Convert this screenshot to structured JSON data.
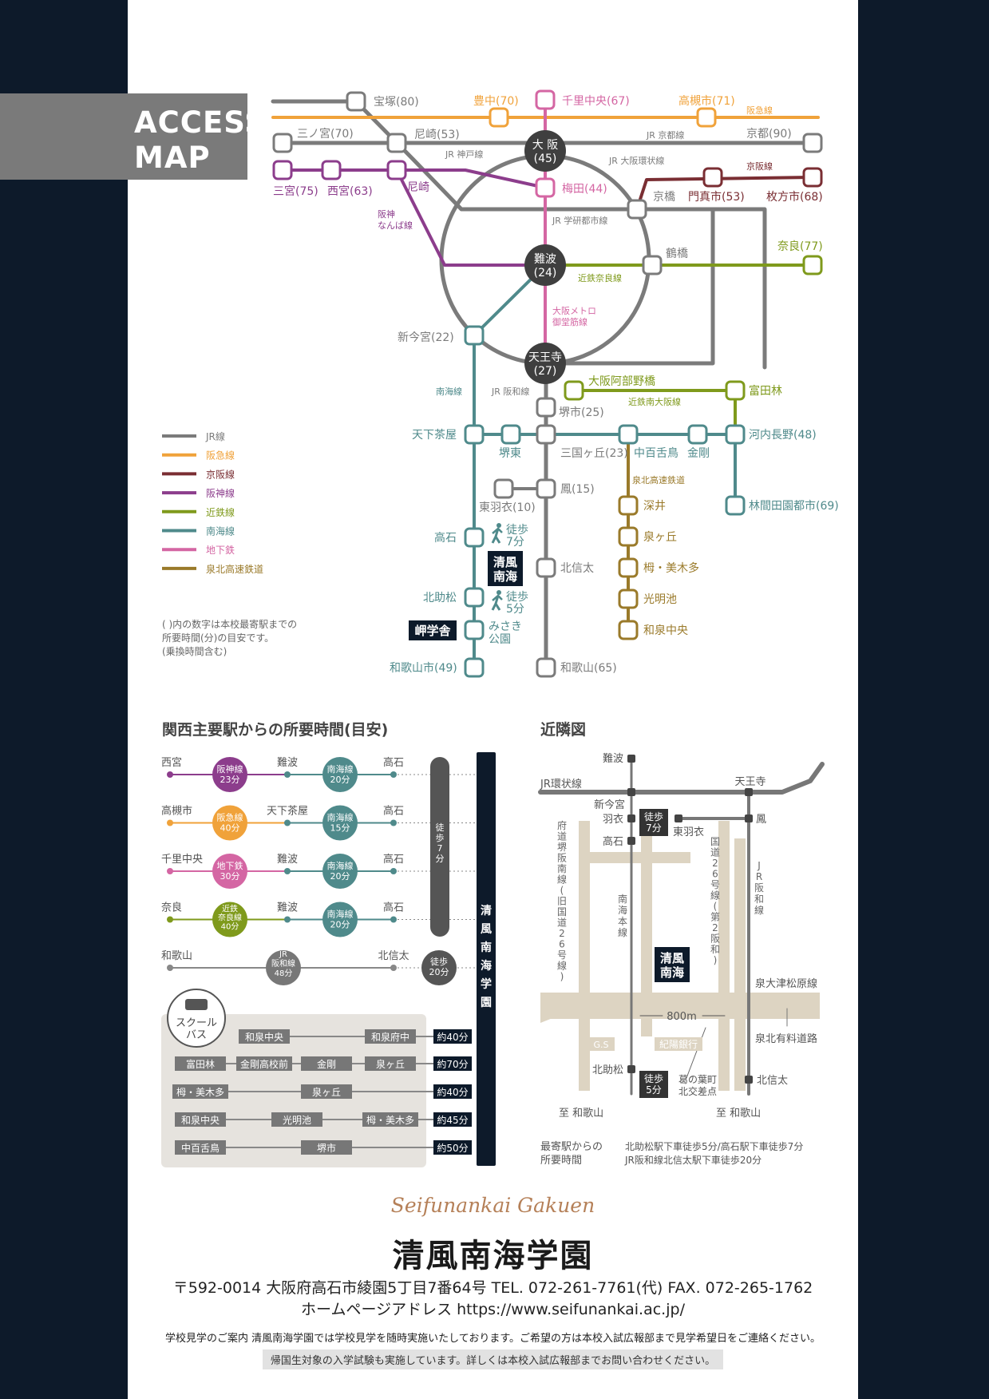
{
  "header": {
    "line1": "ACCESS",
    "line2": "MAP"
  },
  "colors": {
    "jr": "#7b7b7b",
    "hankyu": "#f0a23a",
    "keihan": "#7a2e33",
    "hanshin": "#8c3d8c",
    "kintetsu": "#7f9a1c",
    "nankai": "#4f8a8b",
    "subway": "#d466a3",
    "senboku": "#9a7a2a",
    "hub": "#3f3f3f",
    "panel": "#e6e3de",
    "road": "#ddd4c2",
    "school": "#0d1a2a"
  },
  "route_map": {
    "stations": [
      {
        "id": "takarazuka",
        "label": "宝塚(80)"
      },
      {
        "id": "toyonaka",
        "label": "豊中(70)"
      },
      {
        "id": "senri",
        "label": "千里中央(67)"
      },
      {
        "id": "takatsuki",
        "label": "高槻市(71)"
      },
      {
        "id": "sannomiya",
        "label": "三ノ宮(70)"
      },
      {
        "id": "amagasaki",
        "label": "尼崎(53)"
      },
      {
        "id": "kyoto",
        "label": "京都(90)"
      },
      {
        "id": "osaka",
        "label": "大 阪\n(45)"
      },
      {
        "id": "sannomiya2",
        "label": "三宮(75)"
      },
      {
        "id": "nishinomiya",
        "label": "西宮(63)"
      },
      {
        "id": "amagasaki2",
        "label": "尼崎"
      },
      {
        "id": "umeda",
        "label": "梅田(44)"
      },
      {
        "id": "kyobashi",
        "label": "京橋"
      },
      {
        "id": "kadoma",
        "label": "門真市(53)"
      },
      {
        "id": "hirakata",
        "label": "枚方市(68)"
      },
      {
        "id": "nara",
        "label": "奈良(77)"
      },
      {
        "id": "tsuruhashi",
        "label": "鶴橋"
      },
      {
        "id": "namba",
        "label": "難波\n(24)"
      },
      {
        "id": "shinimamiya",
        "label": "新今宮(22)"
      },
      {
        "id": "tennoji",
        "label": "天王寺\n(27)"
      },
      {
        "id": "abenobashi",
        "label": "大阪阿部野橋"
      },
      {
        "id": "tondabayashi",
        "label": "富田林"
      },
      {
        "id": "sakai",
        "label": "堺市(25)"
      },
      {
        "id": "tengachaya",
        "label": "天下茶屋"
      },
      {
        "id": "sakaihigashi",
        "label": "堺東"
      },
      {
        "id": "mikunigaoka",
        "label": "三国ヶ丘(23)"
      },
      {
        "id": "nakamozu",
        "label": "中百舌鳥"
      },
      {
        "id": "kongo",
        "label": "金剛"
      },
      {
        "id": "kawachinagano",
        "label": "河内長野(48)"
      },
      {
        "id": "ootori",
        "label": "鳳(15)"
      },
      {
        "id": "higashihagoromo",
        "label": "東羽衣(10)"
      },
      {
        "id": "fukai",
        "label": "深井"
      },
      {
        "id": "rinkan",
        "label": "林間田園都市(69)"
      },
      {
        "id": "takaishi",
        "label": "高石"
      },
      {
        "id": "izumigaoka",
        "label": "泉ヶ丘"
      },
      {
        "id": "kitashinoda",
        "label": "北信太"
      },
      {
        "id": "toga",
        "label": "栂・美木多"
      },
      {
        "id": "komyoike",
        "label": "光明池"
      },
      {
        "id": "kitasukematsu",
        "label": "北助松"
      },
      {
        "id": "misaki",
        "label": "みさき\n公園"
      },
      {
        "id": "izumichuo",
        "label": "和泉中央"
      },
      {
        "id": "wakayamashi",
        "label": "和歌山市(49)"
      },
      {
        "id": "wakayama",
        "label": "和歌山(65)"
      }
    ],
    "lines": [
      {
        "id": "hankyu_lbl",
        "label": "阪急線"
      },
      {
        "id": "jr_kyoto",
        "label": "JR 京都線"
      },
      {
        "id": "jr_kobe",
        "label": "JR 神戸線"
      },
      {
        "id": "jr_loop",
        "label": "JR 大阪環状線"
      },
      {
        "id": "keihan_lbl",
        "label": "京阪線"
      },
      {
        "id": "hanshin_namba",
        "label": "阪神\nなんば線"
      },
      {
        "id": "jr_gakken",
        "label": "JR 学研都市線"
      },
      {
        "id": "kintetsu_nara",
        "label": "近鉄奈良線"
      },
      {
        "id": "midosuji",
        "label": "大阪メトロ\n御堂筋線"
      },
      {
        "id": "nankai_lbl",
        "label": "南海線"
      },
      {
        "id": "jr_hanwa",
        "label": "JR 阪和線"
      },
      {
        "id": "kintetsu_minami",
        "label": "近鉄南大阪線"
      },
      {
        "id": "senboku_lbl",
        "label": "泉北高速鉄道"
      }
    ],
    "walks": [
      {
        "id": "walk1",
        "label": "徒歩\n7分"
      },
      {
        "id": "walk2",
        "label": "徒歩\n5分"
      }
    ],
    "school_label": "清風\n南海",
    "misaki_school": "岬学舎",
    "legend": [
      {
        "label": "JR線",
        "color": "#7b7b7b"
      },
      {
        "label": "阪急線",
        "color": "#f0a23a"
      },
      {
        "label": "京阪線",
        "color": "#7a2e33"
      },
      {
        "label": "阪神線",
        "color": "#8c3d8c"
      },
      {
        "label": "近鉄線",
        "color": "#7f9a1c"
      },
      {
        "label": "南海線",
        "color": "#4f8a8b"
      },
      {
        "label": "地下鉄",
        "color": "#d466a3"
      },
      {
        "label": "泉北高速鉄道",
        "color": "#9a7a2a"
      }
    ],
    "note": "(   )内の数字は本校最寄駅までの\n所要時間(分)の目安です。\n(乗換時間含む)"
  },
  "travel_times": {
    "title": "関西主要駅からの所要時間(目安)",
    "rows": [
      {
        "from": "西宮",
        "line": "阪神線\n23分",
        "via": "難波",
        "line2": "南海線\n20分",
        "to": "高石"
      },
      {
        "from": "高槻市",
        "line": "阪急線\n40分",
        "via": "天下茶屋",
        "line2": "南海線\n15分",
        "to": "高石"
      },
      {
        "from": "千里中央",
        "line": "地下鉄\n30分",
        "via": "難波",
        "line2": "南海線\n20分",
        "to": "高石"
      },
      {
        "from": "奈良",
        "line": "近鉄\n奈良線\n40分",
        "via": "難波",
        "line2": "南海線\n20分",
        "to": "高石"
      }
    ],
    "walk": "徒\n歩\n7\n分",
    "jr_row": {
      "from": "和歌山",
      "line": "JR\n阪和線\n48分",
      "to": "北信太",
      "walk": "徒歩\n20分"
    },
    "school_bar": "清\n風\n南\n海\n学\n園",
    "bus": {
      "label": "スクール\nバス",
      "routes": [
        {
          "stops": [
            "和泉中央",
            "和泉府中"
          ],
          "time": "約40分"
        },
        {
          "stops": [
            "富田林",
            "金剛高校前",
            "金剛",
            "泉ヶ丘"
          ],
          "time": "約70分"
        },
        {
          "stops": [
            "栂・美木多",
            "泉ヶ丘"
          ],
          "time": "約40分"
        },
        {
          "stops": [
            "和泉中央",
            "光明池",
            "栂・美木多"
          ],
          "time": "約45分"
        },
        {
          "stops": [
            "中百舌鳥",
            "堺市"
          ],
          "time": "約50分"
        }
      ]
    }
  },
  "area_map": {
    "title": "近隣図",
    "labels": {
      "namba": "難波",
      "jr_loop": "JR環状線",
      "tennoji": "天王寺",
      "shinimamiya": "新今宮",
      "hagoromo": "羽衣",
      "otori": "鳳",
      "higashihagoromo": "東羽衣",
      "takaishi": "高石",
      "walk1": "徒歩\n7分",
      "walk2": "徒歩\n5分",
      "fuchu_road": "府道堺阪南線(旧国道26号線)",
      "nankai_main": "南海本線",
      "route26": "国道26号線(第2阪和)",
      "jr_hanwa": "JR阪和線",
      "school": "清風\n南海",
      "otsu": "泉大津松原線",
      "senboku_toll": "泉北有料道路",
      "distance": "800m",
      "gs": "G.S",
      "bank": "紀陽銀行",
      "kitasukematsu": "北助松",
      "crossing": "葛の葉町\n北交差点",
      "kitashinoda": "北信太",
      "to_wakayama1": "至 和歌山",
      "to_wakayama2": "至 和歌山"
    },
    "nearest_title": "最寄駅からの\n所要時間",
    "nearest_text": "北助松駅下車徒歩5分/高石駅下車徒歩7分\nJR阪和線北信太駅下車徒歩20分"
  },
  "footer": {
    "logo": "Seifunankai Gakuen",
    "name": "清風南海学園",
    "address": "〒592-0014 大阪府高石市綾園5丁目7番64号 TEL. 072-261-7761(代) FAX. 072-265-1762",
    "url": "ホームページアドレス https://www.seifunankai.ac.jp/",
    "note1": "学校見学のご案内 清風南海学園では学校見学を随時実施いたしております。ご希望の方は本校入試広報部まで見学希望日をご連絡ください。",
    "note2": "帰国生対象の入学試験も実施しています。詳しくは本校入試広報部までお問い合わせください。"
  }
}
